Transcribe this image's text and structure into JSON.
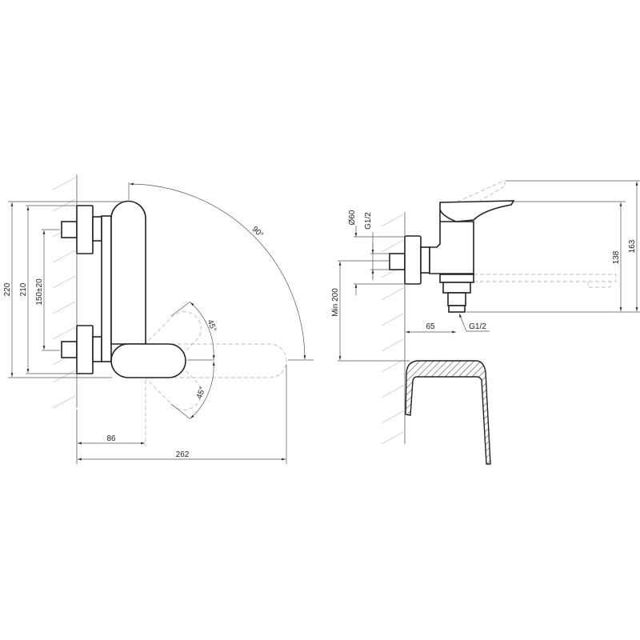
{
  "front_view": {
    "dim_220": "220",
    "dim_210": "210",
    "dim_150": "150±20",
    "angle_90": "90°",
    "angle_45_up": "45°",
    "angle_45_down": "45°",
    "dim_86": "86",
    "dim_262": "262"
  },
  "side_view": {
    "dim_diameter": "Ø60",
    "dim_thread_top": "G1/2",
    "dim_min200": "Min 200",
    "dim_65": "65",
    "thread_outlet": "G1/2",
    "dim_138": "138",
    "dim_163": "163"
  }
}
